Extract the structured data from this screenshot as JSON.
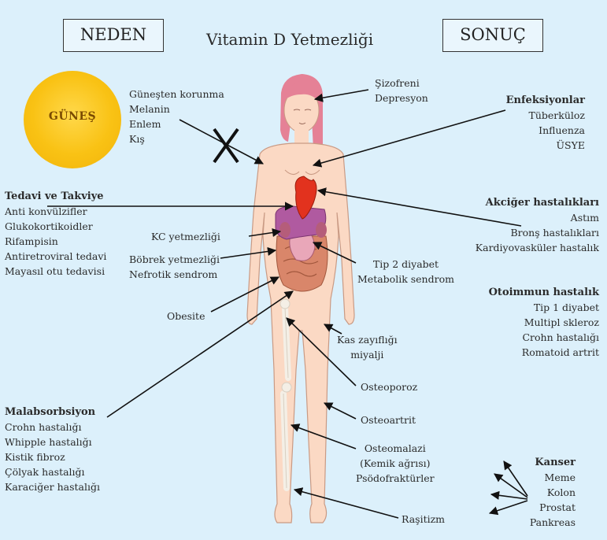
{
  "title": "Vitamin D Yetmezliği",
  "cause_box": "NEDEN",
  "result_box": "SONUÇ",
  "sun_label": "GÜNEŞ",
  "sun_factors": [
    "Güneşten korunma",
    "Melanin",
    "Enlem",
    "Kış"
  ],
  "treatment": {
    "heading": "Tedavi ve Takviye",
    "items": [
      "Anti konvülzifler",
      "Glukokortikoidler",
      "Rifampisin",
      "Antiretroviral tedavi",
      "Mayasıl otu tedavisi"
    ]
  },
  "malabsorption": {
    "heading": "Malabsorbsiyon",
    "items": [
      "Crohn hastalığı",
      "Whipple hastalığı",
      "Kistik fibroz",
      "Çölyak hastalığı",
      "Karaciğer hastalığı"
    ]
  },
  "left_labels": {
    "liver": "KC yetmezliği",
    "kidney": [
      "Böbrek yetmezliği",
      "Nefrotik sendrom"
    ],
    "obesity": "Obesite"
  },
  "psychiatric": [
    "Şizofreni",
    "Depresyon"
  ],
  "infections": {
    "heading": "Enfeksiyonlar",
    "items": [
      "Tüberküloz",
      "Influenza",
      "ÜSYE"
    ]
  },
  "lung": {
    "heading": "Akciğer hastalıkları",
    "items": [
      "Astım",
      "Bronş hastalıkları",
      "Kardiyovasküler hastalık"
    ]
  },
  "autoimmune": {
    "heading": "Otoimmun hastalık",
    "items": [
      "Tip 1 diyabet",
      "Multipl skleroz",
      "Crohn hastalığı",
      "Romatoid artrit"
    ]
  },
  "diabetes": [
    "Tip 2 diyabet",
    "Metabolik sendrom"
  ],
  "muscle": [
    "Kas zayıflığı",
    "miyalji"
  ],
  "osteoporosis": "Osteoporoz",
  "osteoarthritis": "Osteoartrit",
  "osteomalacia": [
    "Osteomalazi",
    "(Kemik ağrısı)",
    "Psödofraktürler"
  ],
  "rickets": "Raşitizm",
  "cancer": {
    "heading": "Kanser",
    "items": [
      "Meme",
      "Kolon",
      "Prostat",
      "Pankreas"
    ]
  },
  "colors": {
    "background": "#dcf0fb",
    "sun": "#f9c214",
    "skin": "#fbd9c4",
    "hair": "#e58196",
    "heart": "#e2321e",
    "liver": "#b05aa0",
    "intestine": "#d9866a"
  }
}
